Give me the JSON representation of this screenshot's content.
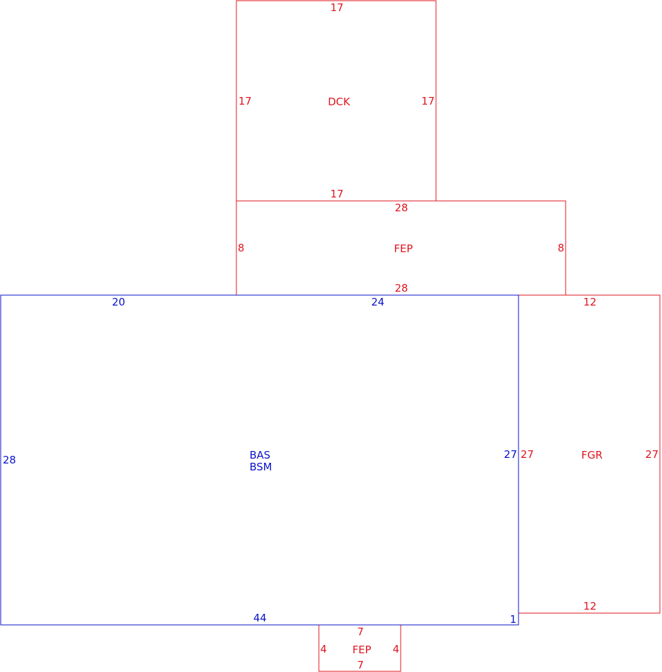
{
  "colors": {
    "red": "#e0141e",
    "blue": "#0a12c8"
  },
  "dck": {
    "code": "DCK",
    "top": "17",
    "left": "17",
    "right": "17",
    "bottom": "17"
  },
  "fep_upper": {
    "code": "FEP",
    "top": "28",
    "left": "8",
    "right": "8",
    "bottom": "28"
  },
  "bas": {
    "code": "BAS",
    "code2": "BSM",
    "top_left": "20",
    "top_right": "24",
    "left": "28",
    "right": "27",
    "bottom": "44",
    "bottom_right": "1"
  },
  "fgr": {
    "code": "FGR",
    "top": "12",
    "left": "27",
    "right": "27",
    "bottom": "12"
  },
  "fep_lower": {
    "code": "FEP",
    "top": "7",
    "left": "4",
    "right": "4",
    "bottom": "7"
  }
}
